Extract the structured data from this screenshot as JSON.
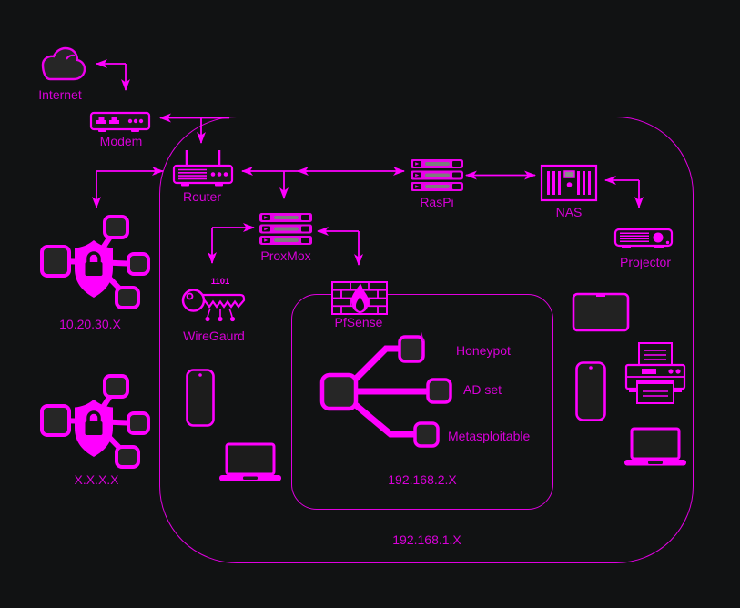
{
  "diagram": {
    "type": "network-topology",
    "colors": {
      "background": "#111213",
      "accent": "#ff00ff",
      "box_border": "#e000e0",
      "label_text": "#d800d8",
      "icon_fill": "#1c1c1c"
    },
    "nodes": {
      "internet": {
        "label": "Internet"
      },
      "modem": {
        "label": "Modem"
      },
      "router": {
        "label": "Router"
      },
      "raspi": {
        "label": "RasPi"
      },
      "nas": {
        "label": "NAS"
      },
      "projector": {
        "label": "Projector"
      },
      "proxmox": {
        "label": "ProxMox"
      },
      "wiregaurd": {
        "label": "WireGaurd",
        "bits": "1101"
      },
      "pfsense": {
        "label": "PfSense"
      },
      "honeypot": {
        "label": "Honeypot",
        "mark": "\\"
      },
      "ad_set": {
        "label": "AD set"
      },
      "metasploitable": {
        "label": "Metasploitable"
      }
    },
    "networks": {
      "vpn_segment": {
        "label": "10.20.30.X"
      },
      "external_segment": {
        "label": "X.X.X.X"
      },
      "lab_subnet": {
        "label": "192.168.2.X"
      },
      "lan_subnet": {
        "label": "192.168.1.X"
      }
    }
  }
}
